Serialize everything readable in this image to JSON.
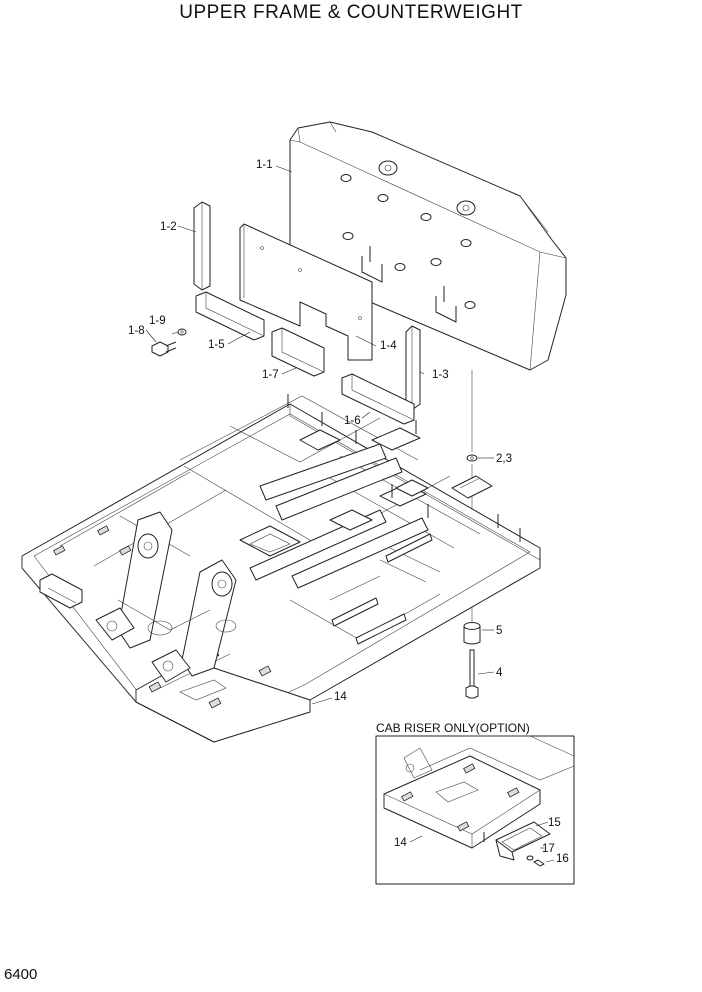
{
  "title": "UPPER FRAME & COUNTERWEIGHT",
  "page_number": "6400",
  "inset": {
    "title": "CAB RISER ONLY(OPTION)"
  },
  "callouts": {
    "p1_1": "1-1",
    "p1_2": "1-2",
    "p1_3": "1-3",
    "p1_4": "1-4",
    "p1_5": "1-5",
    "p1_6": "1-6",
    "p1_7": "1-7",
    "p1_8": "1-8",
    "p1_9": "1-9",
    "p2_3": "2,3",
    "p4": "4",
    "p5": "5",
    "p14": "14",
    "p14_inset": "14",
    "p15": "15",
    "p16": "16",
    "p17": "17"
  }
}
